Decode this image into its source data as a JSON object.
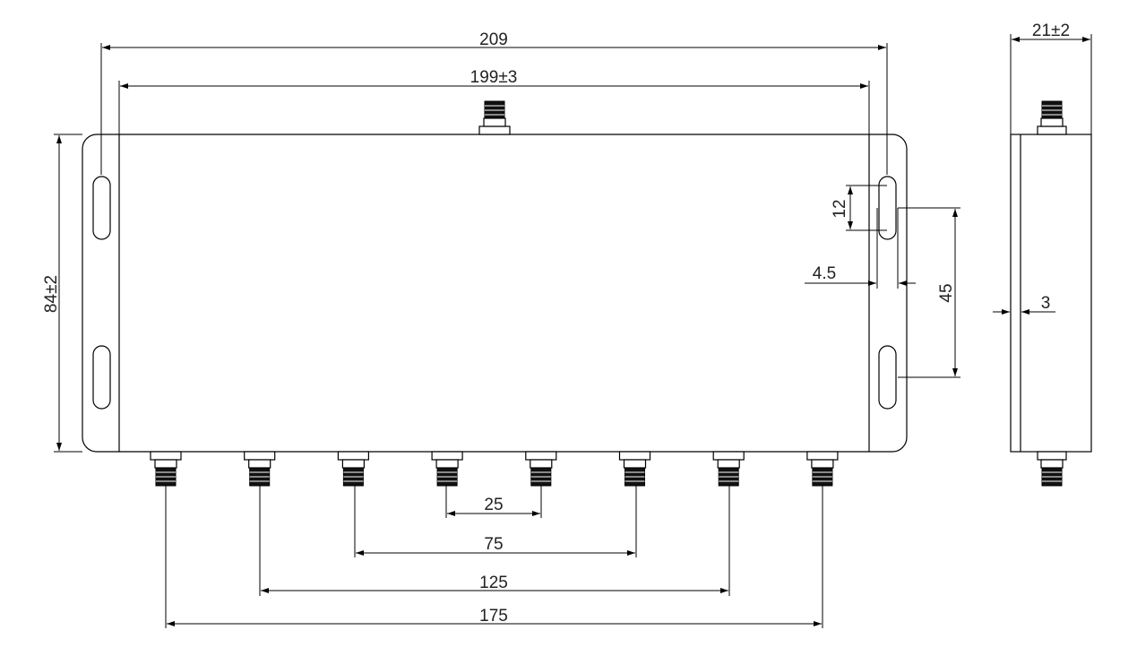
{
  "dimensions": {
    "overall_width": "209",
    "body_width": "199±3",
    "height": "84±2",
    "side_depth": "21±2",
    "slot_length": "12",
    "slot_offset": "4.5",
    "slot_spacing": "45",
    "wall": "3",
    "port_spacing_25": "25",
    "port_spacing_75": "75",
    "port_spacing_125": "125",
    "port_spacing_175": "175"
  },
  "output_port_count": 8,
  "colors": {
    "line": "#000000",
    "background": "#ffffff"
  }
}
